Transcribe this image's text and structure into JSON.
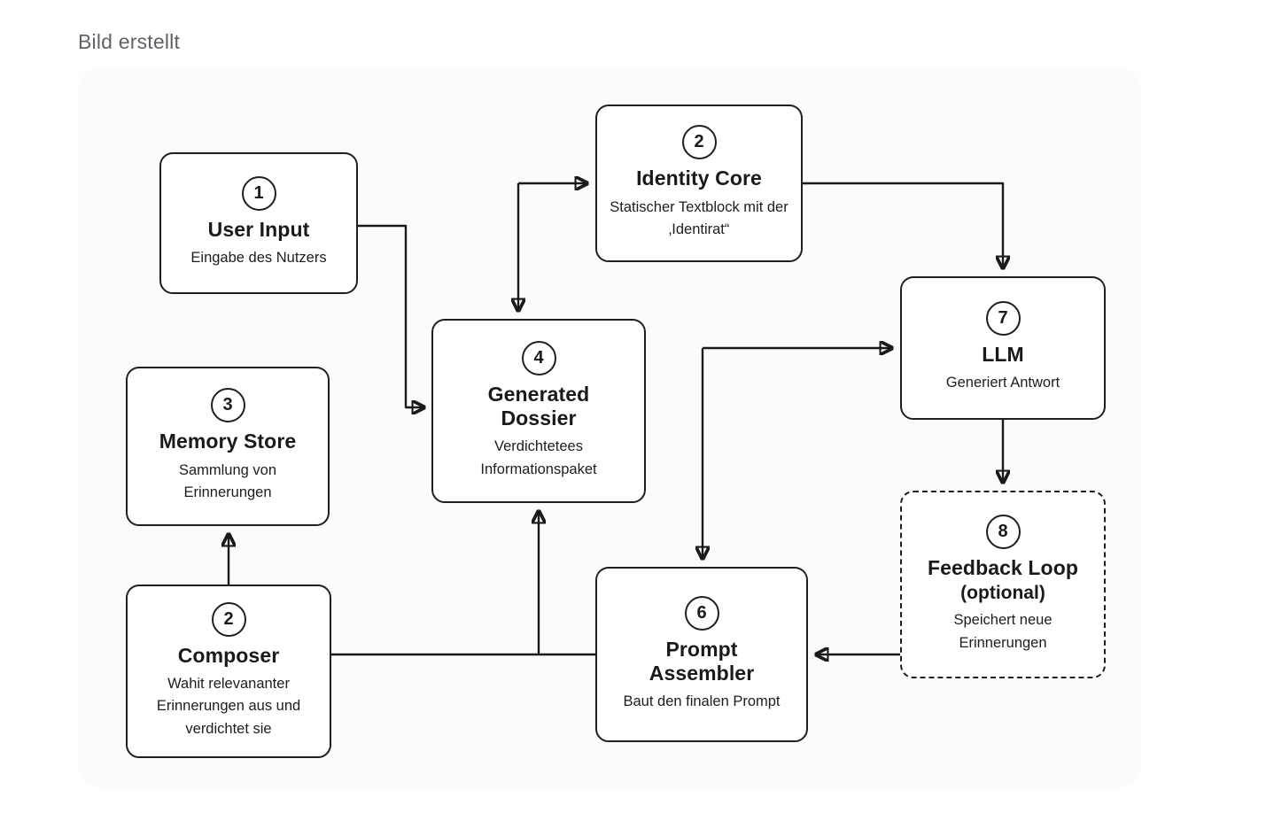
{
  "page": {
    "title": "Bild erstellt"
  },
  "colors": {
    "line": "#1a1a1a",
    "box_border": "#1f1f1f",
    "title_gray": "#5f6368",
    "background": "#ffffff"
  },
  "nodes": {
    "user_input": {
      "number": "1",
      "title": "User Input",
      "subtitle": "Eingabe des Nutzers"
    },
    "identity_core": {
      "number": "2",
      "title": "Identity Core",
      "subtitle": "Statischer Textblock mit der ‚Identirat“"
    },
    "memory_store": {
      "number": "3",
      "title": "Memory Store",
      "subtitle": "Sammlung von Erinnerungen"
    },
    "generated_dossier": {
      "number": "4",
      "title": "Generated Dossier",
      "subtitle": "Verdichtetees Informationspaket"
    },
    "composer": {
      "number": "2",
      "title": "Composer",
      "subtitle": "Wahit relevananter Erinnerungen aus und verdichtet sie"
    },
    "prompt_assembler": {
      "number": "6",
      "title": "Prompt Assembler",
      "subtitle": "Baut den finalen Prompt"
    },
    "llm": {
      "number": "7",
      "title": "LLM",
      "subtitle": "Generiert Antwort"
    },
    "feedback_loop": {
      "number": "8",
      "title": "Feedback Loop",
      "title_extra": "(optional)",
      "subtitle": "Speichert neue Erinnerungen"
    }
  }
}
